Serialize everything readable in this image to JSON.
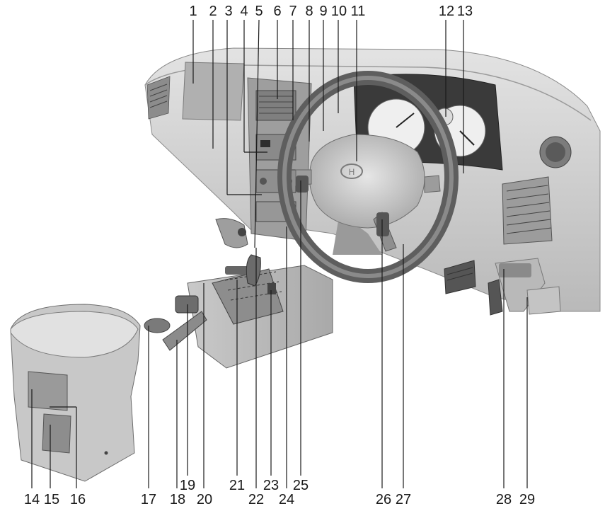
{
  "callouts": {
    "c1": "1",
    "c2": "2",
    "c3": "3",
    "c4": "4",
    "c5": "5",
    "c6": "6",
    "c7": "7",
    "c8": "8",
    "c9": "9",
    "c10": "10",
    "c11": "11",
    "c12": "12",
    "c13": "13",
    "c14": "14",
    "c15": "15",
    "c16": "16",
    "c17": "17",
    "c18": "18",
    "c19": "19",
    "c20": "20",
    "c21": "21",
    "c22": "22",
    "c23": "23",
    "c24": "24",
    "c25": "25",
    "c26": "26",
    "c27": "27",
    "c28": "28",
    "c29": "29"
  },
  "steering_emblem": "H",
  "colors": {
    "dash_light": "#d8d8d8",
    "dash_mid": "#bdbdbd",
    "dash_dark": "#8f8f8f",
    "shadow": "#6f6f6f",
    "ink": "#1a1a1a"
  }
}
